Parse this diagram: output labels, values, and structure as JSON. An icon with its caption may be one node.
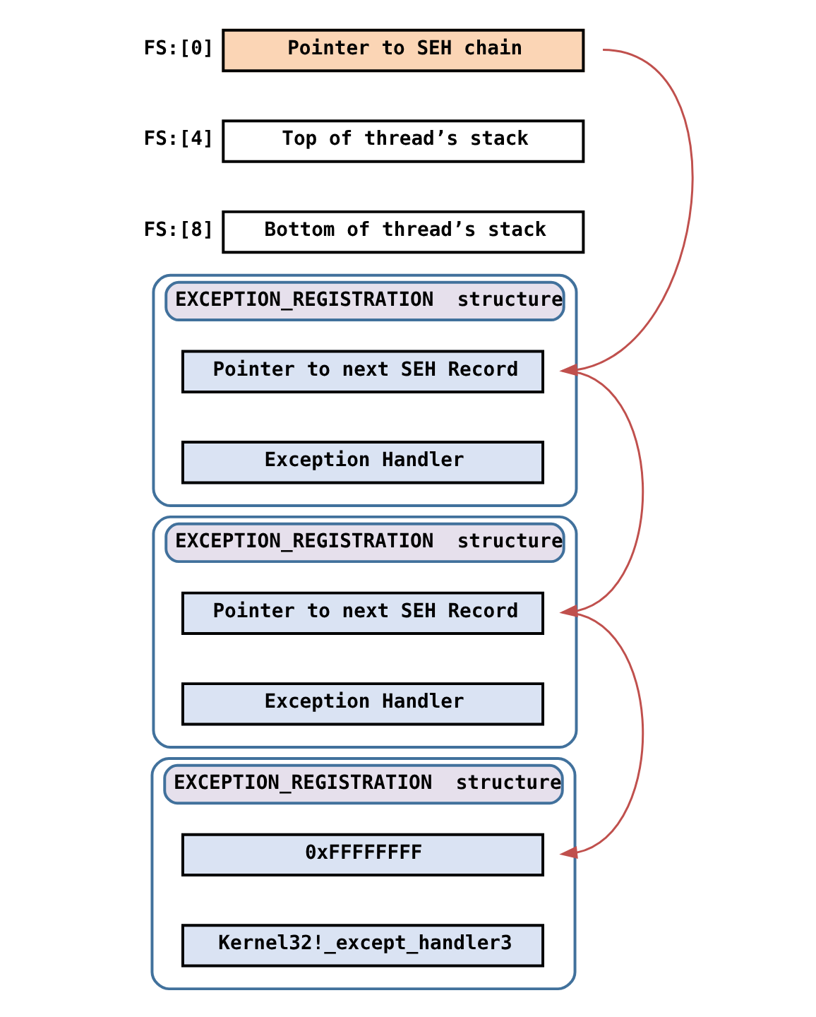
{
  "diagram": {
    "nodes": [
      {
        "text": [
          "Pointer to SEH chain"
        ],
        "beside": [
          "FS:[0]"
        ]
      },
      {
        "text": [
          "Top of thread’s stack"
        ],
        "beside": [
          "FS:[4]"
        ]
      },
      {
        "text": [
          "Bottom of thread’s stack"
        ],
        "beside": [
          "FS:[8]"
        ]
      },
      {
        "text": [
          "EXCEPTION_REGISTRATION  structure"
        ]
      },
      {
        "text": [
          "Pointer to next SEH Record"
        ],
        "in": 3
      },
      {
        "text": [
          "Exception Handler"
        ],
        "in": 3
      },
      {
        "text": [
          "EXCEPTION_REGISTRATION  structure"
        ]
      },
      {
        "text": [
          "Pointer to next SEH Record"
        ],
        "in": 6
      },
      {
        "text": [
          "Exception Handler"
        ],
        "in": 6
      },
      {
        "text": [
          "EXCEPTION_REGISTRATION  structure"
        ]
      },
      {
        "text": [
          "0xFFFFFFFF"
        ],
        "in": 9
      },
      {
        "text": [
          "Kernel32!_except_handler3"
        ],
        "in": 9
      }
    ],
    "edges": [
      {
        "from": 0,
        "to": 4,
        "arrow": "to"
      },
      {
        "from": 4,
        "to": 7,
        "arrow": "to"
      },
      {
        "from": 7,
        "to": 10,
        "arrow": "to"
      }
    ]
  }
}
